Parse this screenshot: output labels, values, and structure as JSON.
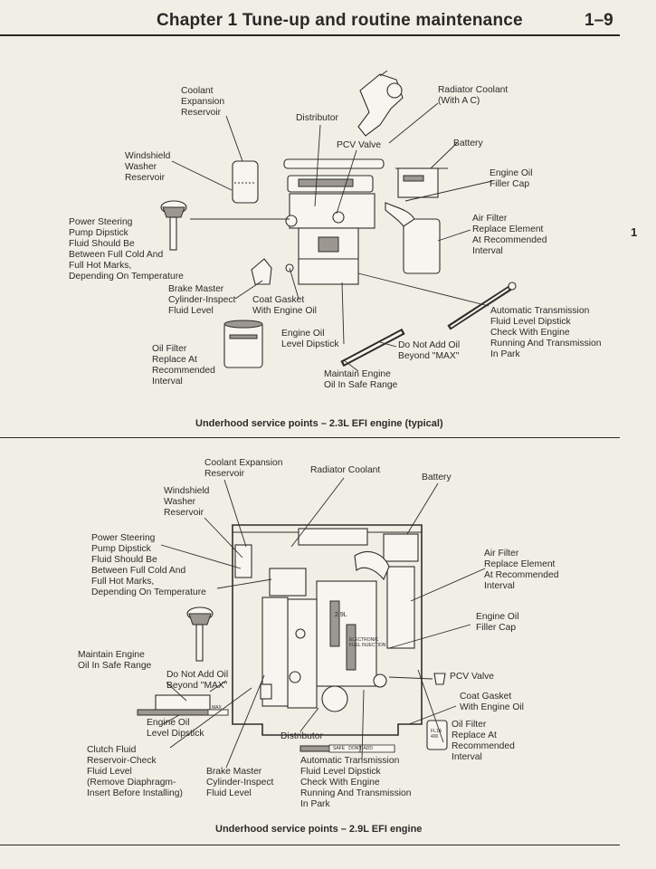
{
  "header": {
    "chapter_title": "Chapter 1   Tune-up and routine maintenance",
    "page_number": "1–9"
  },
  "side_tab": "1",
  "figure1": {
    "caption": "Underhood service points – 2.3L EFI engine (typical)",
    "labels": {
      "coolant_expansion": "Coolant\nExpansion\nReservoir",
      "distributor": "Distributor",
      "radiator_coolant": "Radiator Coolant\n(With A C)",
      "pcv_valve": "PCV Valve",
      "battery": "Battery",
      "windshield_washer": "Windshield\nWasher\nReservoir",
      "engine_oil_filler": "Engine Oil\nFiller Cap",
      "power_steering": "Power Steering\nPump Dipstick\nFluid Should Be\nBetween Full Cold And\nFull Hot Marks,\nDepending On Temperature",
      "air_filter": "Air Filter\nReplace Element\nAt Recommended\nInterval",
      "brake_master": "Brake Master\nCylinder-Inspect\nFluid Level",
      "coat_gasket": "Coat Gasket\nWith Engine Oil",
      "auto_trans": "Automatic Transmission\nFluid Level Dipstick\nCheck With Engine\nRunning And Transmission\nIn Park",
      "engine_oil_dipstick": "Engine Oil\nLevel Dipstick",
      "oil_filter": "Oil Filter\nReplace At\nRecommended\nInterval",
      "do_not_add": "Do Not Add Oil\nBeyond \"MAX\"",
      "maintain_engine": "Maintain Engine\nOil In Safe Range"
    }
  },
  "figure2": {
    "caption": "Underhood service points – 2.9L EFI engine",
    "labels": {
      "coolant_expansion": "Coolant Expansion\nReservoir",
      "radiator_coolant": "Radiator Coolant",
      "battery": "Battery",
      "windshield_washer": "Windshield\nWasher\nReservoir",
      "power_steering": "Power Steering\nPump Dipstick\nFluid Should Be\nBetween Full Cold And\nFull Hot Marks,\nDepending On Temperature",
      "air_filter": "Air Filter\nReplace Element\nAt Recommended\nInterval",
      "engine_oil_filler": "Engine Oil\nFiller Cap",
      "maintain_engine": "Maintain Engine\nOil In Safe Range",
      "do_not_add": "Do Not Add Oil\nBeyond \"MAX\"",
      "pcv_valve": "PCV Valve",
      "coat_gasket": "Coat Gasket\nWith Engine Oil",
      "engine_oil_dipstick": "Engine Oil\nLevel Dipstick",
      "oil_filter": "Oil Filter\nReplace At\nRecommended\nInterval",
      "distributor": "Distributor",
      "clutch_fluid": "Clutch Fluid\nReservoir-Check\nFluid Level\n(Remove Diaphragm-\nInsert Before Installing)",
      "brake_master": "Brake Master\nCylinder-Inspect\nFluid Level",
      "auto_trans": "Automatic Transmission\nFluid Level Dipstick\nCheck With Engine\nRunning And Transmission\nIn Park"
    },
    "part_markings": {
      "engine_badge": "2.9L",
      "fuel_injection_text": "ELECTRONIC\nFUEL INJECTION",
      "dipstick_max": "MAX",
      "trans_dipstick_marks": "SAFE   DON'T ADD",
      "filter_brand": "FL1A\n400"
    }
  }
}
